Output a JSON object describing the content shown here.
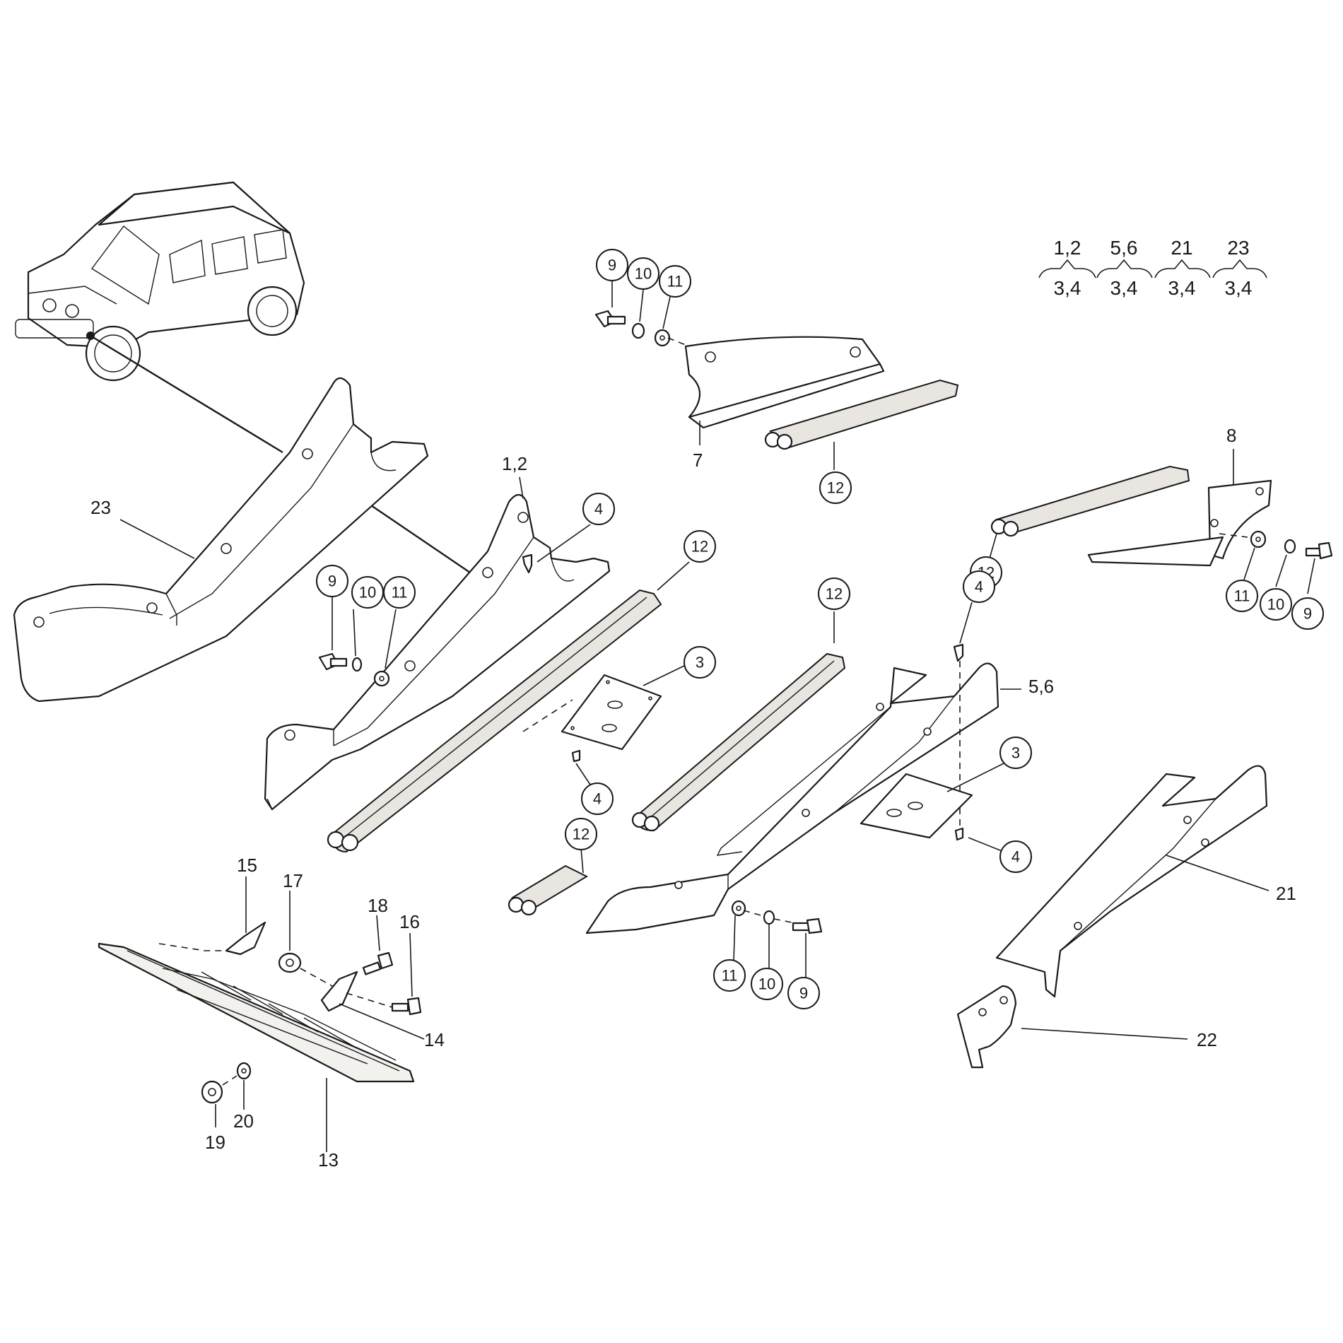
{
  "legend": [
    {
      "top": "1,2",
      "bottom": "3,4"
    },
    {
      "top": "5,6",
      "bottom": "3,4"
    },
    {
      "top": "21",
      "bottom": "3,4"
    },
    {
      "top": "23",
      "bottom": "3,4"
    }
  ],
  "labels": {
    "l23": "23",
    "l1_2": "1,2",
    "l5_6": "5,6",
    "l7": "7",
    "l8": "8",
    "l21": "21",
    "l22": "22",
    "l13": "13",
    "l14": "14",
    "l15": "15",
    "l16": "16",
    "l17": "17",
    "l18": "18",
    "l19": "19",
    "l20": "20",
    "c9a": "9",
    "c10a": "10",
    "c11a": "11",
    "c12a": "12",
    "c9b": "9",
    "c10b": "10",
    "c11b": "11",
    "c4a": "4",
    "c12b": "12",
    "c3a": "3",
    "c4b": "4",
    "c12c": "12",
    "c12d": "12",
    "c12e": "12",
    "c4c": "4",
    "c3b": "3",
    "c4d": "4",
    "c11c": "11",
    "c10c": "10",
    "c9c": "9",
    "c11d": "11",
    "c10d": "10",
    "c9d": "9"
  }
}
